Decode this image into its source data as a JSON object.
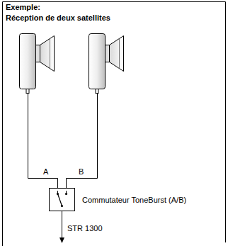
{
  "diagram": {
    "title": "Exemple:",
    "nodes": [
      {
        "text": [
          "Commutateur ToneBurst (A/B)"
        ]
      }
    ],
    "labels": [
      "Réception de deux satellites",
      "A",
      "B",
      "STR 1300"
    ]
  }
}
